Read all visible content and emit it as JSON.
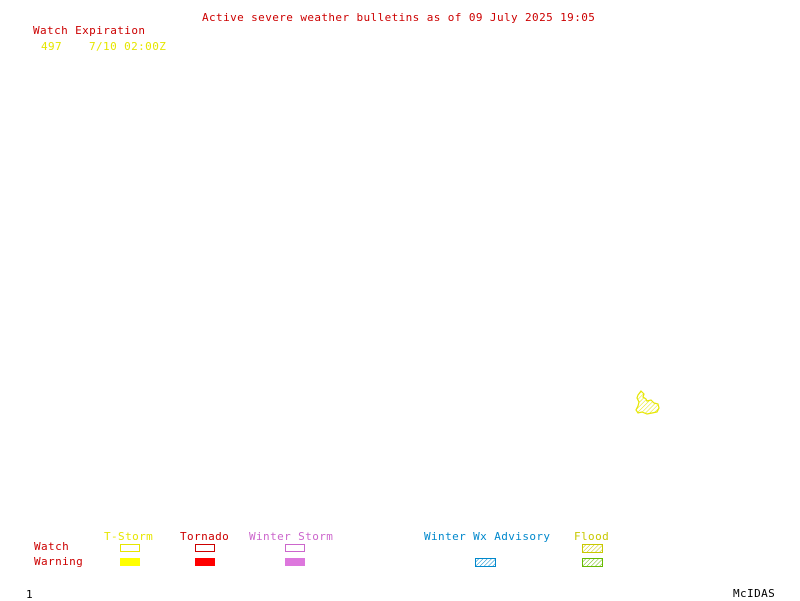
{
  "header": {
    "title": "Active severe weather bulletins as of 09 July 2025 19:05"
  },
  "watch_table": {
    "heading": "Watch Expiration",
    "rows": [
      {
        "number": "497",
        "expiration": "7/10 02:00Z"
      }
    ]
  },
  "legend": {
    "row_labels": {
      "watch": "Watch",
      "warning": "Warning"
    },
    "categories": [
      {
        "label": "T-Storm",
        "color": "#e6e600"
      },
      {
        "label": "Tornado",
        "color": "#cc0000"
      },
      {
        "label": "Winter Storm",
        "color": "#cc66cc"
      },
      {
        "label": "Winter Wx Advisory",
        "color": "#0088cc"
      },
      {
        "label": "Flood",
        "color": "#c8c800"
      }
    ]
  },
  "map": {
    "watch_outline_color": "#e6e600"
  },
  "footer": {
    "frame_number": "1",
    "software": "McIDAS"
  }
}
